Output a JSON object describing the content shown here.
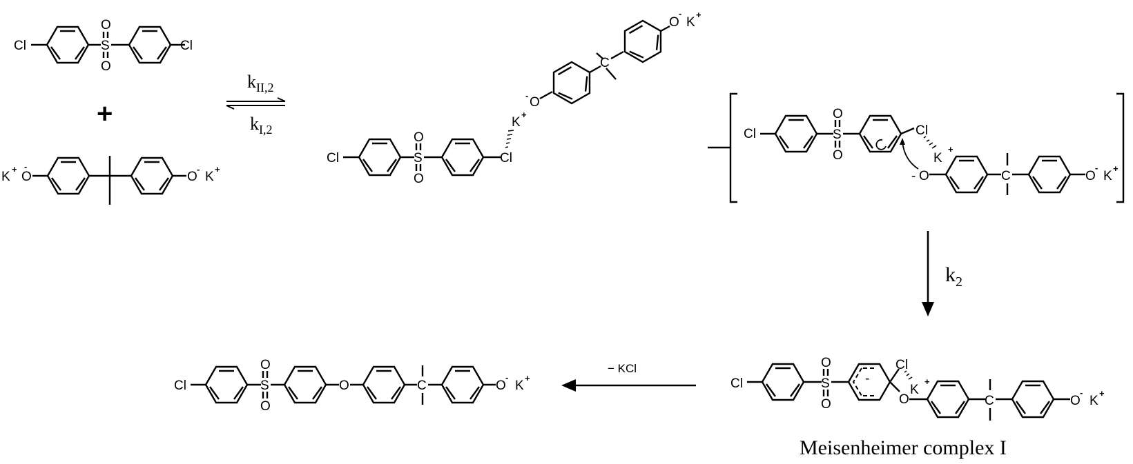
{
  "reactants": {
    "sulfone": {
      "left_atom": "Cl",
      "center_atom": "S",
      "oxygen_top": "O",
      "oxygen_bottom": "O",
      "right_atom": "Cl"
    },
    "plus_sign": "+",
    "bisphenolate": {
      "left_counterion": "K",
      "left_counterion_charge": "+",
      "left_atom": "O",
      "left_charge": "-",
      "right_atom": "O",
      "right_charge": "-",
      "right_counterion": "K",
      "right_counterion_charge": "+"
    }
  },
  "equilibrium": {
    "forward_label": "k",
    "forward_subscript": "II,2",
    "reverse_label": "k",
    "reverse_subscript": "I,2"
  },
  "complex": {
    "sulfone_left": "Cl",
    "sulfone_s": "S",
    "sulfone_o_top": "O",
    "sulfone_o_bottom": "O",
    "sulfone_right": "Cl",
    "k_ion": "K",
    "k_charge": "+",
    "phenoxide_o": "O",
    "phenoxide_charge": "-",
    "quaternary_c": "C",
    "end_o": "O",
    "end_charge": "-",
    "end_k": "K",
    "end_k_charge": "+"
  },
  "transition": {
    "left_atom": "Cl",
    "s_atom": "S",
    "o_top": "O",
    "o_bottom": "O",
    "cl_atom": "Cl",
    "k_ion": "K",
    "k_charge": "+",
    "attack_o": "O",
    "attack_charge": "-",
    "quaternary_c": "C",
    "end_o": "O",
    "end_charge": "-",
    "end_k": "K",
    "end_k_charge": "+"
  },
  "step_k2": {
    "label": "k",
    "subscript": "2"
  },
  "meisenheimer": {
    "left_atom": "Cl",
    "s_atom": "S",
    "o_top": "O",
    "o_bottom": "O",
    "ring_charge": "-",
    "cl_atom": "Cl",
    "k_ion": "K",
    "k_charge": "+",
    "ether_o": "O",
    "quaternary_c": "C",
    "end_o": "O",
    "end_charge": "-",
    "end_k": "K",
    "end_k_charge": "+",
    "caption": "Meisenheimer complex I"
  },
  "elimination": {
    "label": "−  KCl"
  },
  "product": {
    "left_atom": "Cl",
    "s_atom": "S",
    "o_top": "O",
    "o_bottom": "O",
    "ether_o": "O",
    "quaternary_c": "C",
    "end_o": "O",
    "end_charge": "-",
    "end_k": "K",
    "end_k_charge": "+"
  }
}
